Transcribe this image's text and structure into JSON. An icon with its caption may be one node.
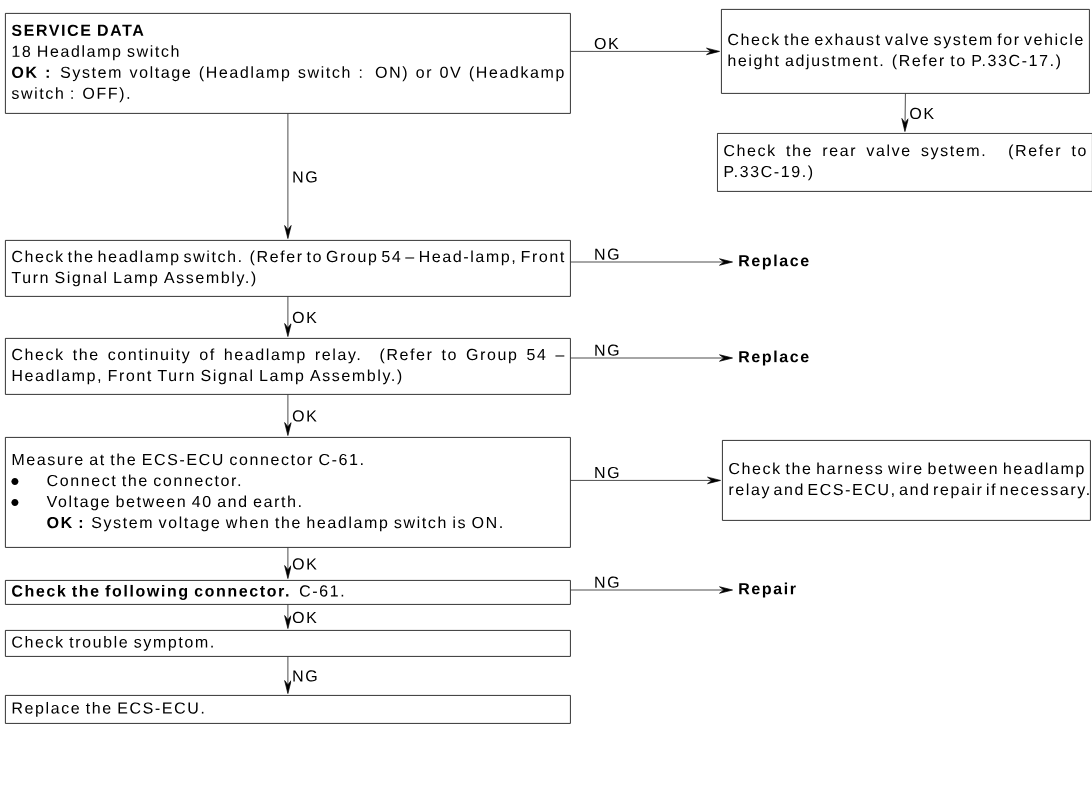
{
  "diagram": {
    "nodes": [
      {
        "text": [
          "SERVICE DATA",
          "18 Headlamp switch",
          "**OK :** System voltage (Headlamp switch : ON) or 0V (Headkamp switch : OFF)."
        ]
      },
      {
        "text": [
          "Check the exhaust valve system for vehicle height adjustment. (Refer to P.33C-17.)"
        ]
      },
      {
        "text": [
          "Check the rear valve system. (Refer to P.33C-19.)"
        ]
      },
      {
        "text": [
          "Check the headlamp switch. (Refer to Group 54 – Head-lamp, Front Turn Signal Lamp Assembly.)"
        ]
      },
      {
        "text": [
          "Replace"
        ]
      },
      {
        "text": [
          "Check the continuity of headlamp relay. (Refer to Group 54 – Headlamp, Front Turn Signal Lamp Assembly.)"
        ]
      },
      {
        "text": [
          "Replace"
        ]
      },
      {
        "text": [
          "Measure at the ECS-ECU connector C-61.",
          "Connect the connector.",
          "Voltage between 40 and earth.",
          "**OK :** System voltage when the headlamp switch is ON."
        ]
      },
      {
        "text": [
          "Check the harness wire between headlamp relay and ECS-ECU, and repair if necessary."
        ]
      },
      {
        "text": [
          "**Check the following connector.** C-61."
        ]
      },
      {
        "text": [
          "Repair"
        ]
      },
      {
        "text": [
          "Check trouble symptom."
        ]
      },
      {
        "text": [
          "Replace the ECS-ECU."
        ]
      }
    ],
    "edges": [
      {
        "from": 0,
        "to": 1,
        "arrow": "to",
        "label": "OK"
      },
      {
        "from": 1,
        "to": 2,
        "arrow": "to",
        "label": "OK"
      },
      {
        "from": 0,
        "to": 3,
        "arrow": "to",
        "label": "NG"
      },
      {
        "from": 3,
        "to": 4,
        "arrow": "to",
        "label": "NG"
      },
      {
        "from": 3,
        "to": 5,
        "arrow": "to",
        "label": "OK"
      },
      {
        "from": 5,
        "to": 6,
        "arrow": "to",
        "label": "NG"
      },
      {
        "from": 5,
        "to": 7,
        "arrow": "to",
        "label": "OK"
      },
      {
        "from": 7,
        "to": 8,
        "arrow": "to",
        "label": "NG"
      },
      {
        "from": 7,
        "to": 9,
        "arrow": "to",
        "label": "OK"
      },
      {
        "from": 9,
        "to": 10,
        "arrow": "to",
        "label": "NG"
      },
      {
        "from": 9,
        "to": 11,
        "arrow": "to",
        "label": "OK"
      },
      {
        "from": 11,
        "to": 12,
        "arrow": "to",
        "label": "NG"
      }
    ]
  }
}
